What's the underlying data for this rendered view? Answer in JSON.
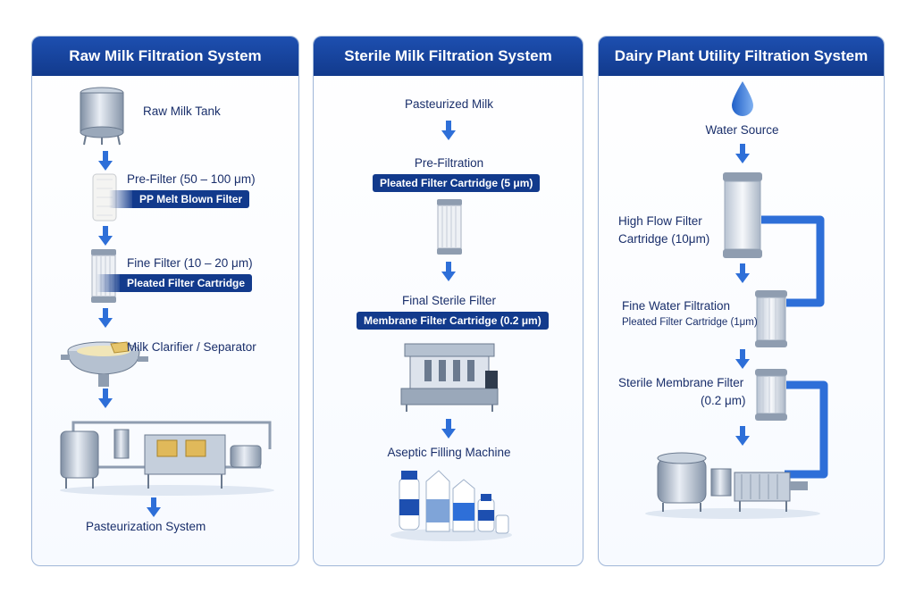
{
  "panels": [
    {
      "title": "Raw Milk Filtration System",
      "steps": {
        "tank": "Raw Milk Tank",
        "prefilter": "Pre-Filter (50 – 100 μm)",
        "prefilter_badge": "PP Melt Blown Filter",
        "fine": "Fine Filter (10 – 20 μm)",
        "fine_badge": "Pleated Filter Cartridge",
        "clarifier": "Milk Clarifier / Separator",
        "pasteurization": "Pasteurization System"
      }
    },
    {
      "title": "Sterile Milk Filtration System",
      "steps": {
        "pasteurized": "Pasteurized Milk",
        "prefiltration": "Pre-Filtration",
        "prefiltration_badge": "Pleated Filter Cartridge (5 μm)",
        "final": "Final Sterile Filter",
        "final_badge": "Membrane Filter Cartridge (0.2 μm)",
        "aseptic": "Aseptic Filling Machine"
      }
    },
    {
      "title": "Dairy Plant Utility Filtration System",
      "steps": {
        "water": "Water Source",
        "highflow_1": "High Flow Filter",
        "highflow_2": "Cartridge (10μm)",
        "finewater": "Fine Water Filtration",
        "finewater_sub": "Pleated Filter Cartridge (1μm)",
        "membrane_1": "Sterile Membrane Filter",
        "membrane_2": "(0.2 μm)"
      }
    }
  ],
  "colors": {
    "header_blue": "#123a8c",
    "arrow_blue": "#2e6fd8",
    "steel": "#aab6c6"
  }
}
